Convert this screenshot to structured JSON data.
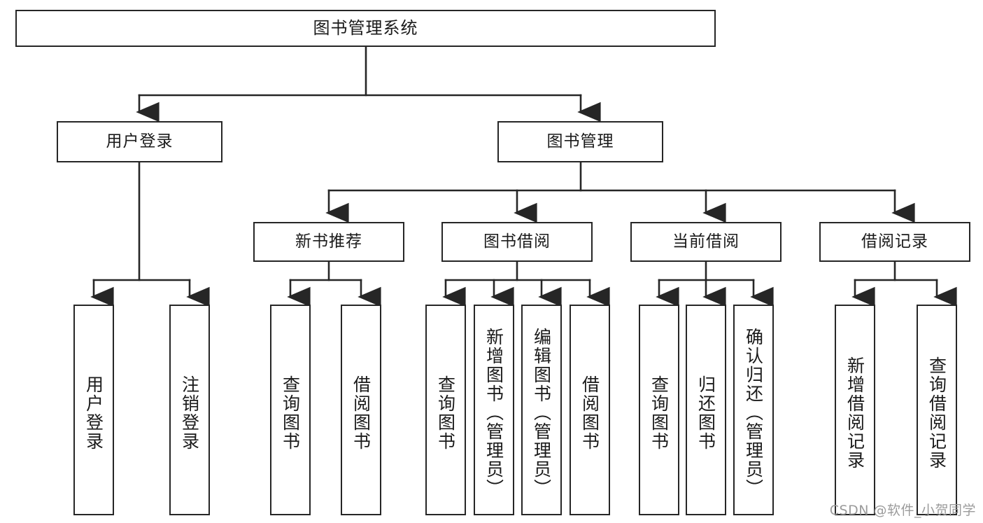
{
  "diagram": {
    "title": "图书管理系统",
    "type": "hierarchy-tree",
    "orientation": "top-down",
    "box_fill": "#ffffff",
    "box_stroke": "#262626",
    "edge_color": "#262626",
    "background": "#ffffff",
    "levels": 4
  },
  "nodes": {
    "root": {
      "label": "图书管理系统",
      "level": 1
    },
    "level2": [
      {
        "id": "user-login",
        "label": "用户登录",
        "level": 2
      },
      {
        "id": "book-management",
        "label": "图书管理",
        "level": 2
      }
    ],
    "level3": [
      {
        "id": "new-book-recommend",
        "label": "新书推荐",
        "level": 3,
        "parent": "book-management"
      },
      {
        "id": "book-borrow",
        "label": "图书借阅",
        "level": 3,
        "parent": "book-management"
      },
      {
        "id": "current-borrow",
        "label": "当前借阅",
        "level": 3,
        "parent": "book-management"
      },
      {
        "id": "borrow-record",
        "label": "借阅记录",
        "level": 3,
        "parent": "book-management"
      }
    ],
    "leaves": [
      {
        "id": "leaf-user-login",
        "label": "用户登录",
        "parent": "user-login"
      },
      {
        "id": "leaf-user-logout",
        "label": "注销登录",
        "parent": "user-login"
      },
      {
        "id": "leaf-query-book-1",
        "label": "查询图书",
        "parent": "new-book-recommend"
      },
      {
        "id": "leaf-borrow-book-1",
        "label": "借阅图书",
        "parent": "new-book-recommend"
      },
      {
        "id": "leaf-query-book-2",
        "label": "查询图书",
        "parent": "book-borrow"
      },
      {
        "id": "leaf-add-book",
        "label": "新增图书（管理员）",
        "parent": "book-borrow"
      },
      {
        "id": "leaf-edit-book",
        "label": "编辑图书（管理员）",
        "parent": "book-borrow"
      },
      {
        "id": "leaf-borrow-book-2",
        "label": "借阅图书",
        "parent": "book-borrow"
      },
      {
        "id": "leaf-query-book-3",
        "label": "查询图书",
        "parent": "current-borrow"
      },
      {
        "id": "leaf-return-book",
        "label": "归还图书",
        "parent": "current-borrow"
      },
      {
        "id": "leaf-confirm-return",
        "label": "确认归还（管理员）",
        "parent": "current-borrow"
      },
      {
        "id": "leaf-add-record",
        "label": "新增借阅记录",
        "parent": "borrow-record"
      },
      {
        "id": "leaf-query-record",
        "label": "查询借阅记录",
        "parent": "borrow-record"
      }
    ]
  },
  "watermark": {
    "text": "CSDN @软件_小贺同学"
  }
}
